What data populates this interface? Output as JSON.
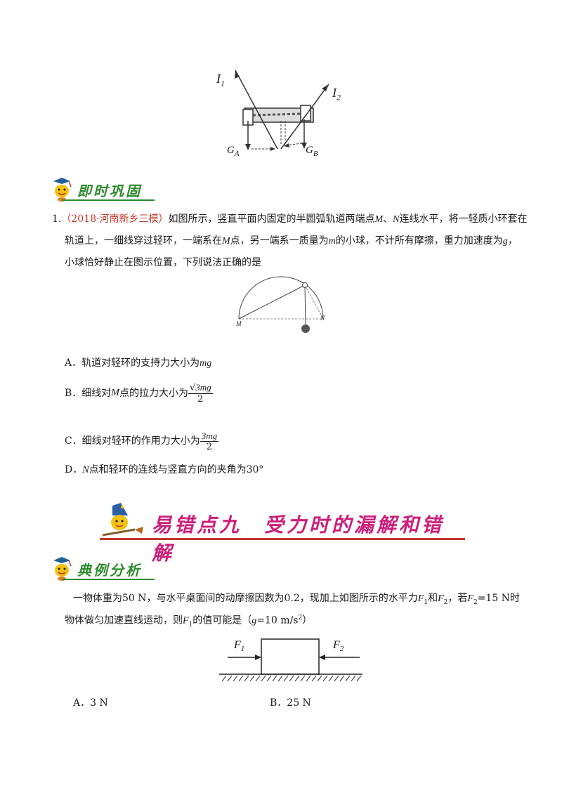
{
  "fig1": {
    "labels": {
      "i1": "I",
      "i1_sub": "1",
      "i2": "I",
      "i2_sub": "2",
      "ga": "G",
      "ga_sub": "A",
      "gb": "G",
      "gb_sub": "B"
    }
  },
  "section_practice": {
    "title": "即时巩固"
  },
  "question1": {
    "number": "1.",
    "source": "（2018·河南新乡三模）",
    "line1_a": "如图所示，竖直平面内固定的半圆弧轨道两端点",
    "line1_M": "M",
    "line1_sep": "、",
    "line1_N": "N",
    "line1_b": "连线水平，将一轻质小环套在",
    "line2_a": "轨道上，一细线穿过轻环，一端系在",
    "line2_M": "M",
    "line2_b": "点，另一端系一质量为",
    "line2_m": "m",
    "line2_c": "的小球，不计所有摩擦，重力加速度为",
    "line2_g": "g",
    "line2_d": "，",
    "line3": "小球恰好静止在图示位置，下列说法正确的是",
    "fig_labels": {
      "M": "M",
      "N": "N"
    },
    "options": {
      "a_label": "A．",
      "a_text": "轨道对轻环的支持力大小为",
      "a_val": "mg",
      "b_label": "B．",
      "b_text1": "细线对",
      "b_M": "M",
      "b_text2": "点的拉力大小为",
      "b_num_sqrt": "√",
      "b_num": "3mg",
      "b_den": "2",
      "c_label": "C．",
      "c_text": "细线对轻环的作用力大小为",
      "c_num": "3mg",
      "c_den": "2",
      "d_label": "D．",
      "d_N": "N",
      "d_text": "点和轻环的连线与竖直方向的夹角为",
      "d_val": "30°"
    }
  },
  "section_mistake": {
    "title": "易错点九　受力时的漏解和错解"
  },
  "section_example": {
    "title": "典例分析"
  },
  "example": {
    "line1_a": "一物体重为",
    "line1_w": "50 N",
    "line1_b": "，与水平桌面间的动摩擦因数为",
    "line1_mu": "0.2",
    "line1_c": "，现加上如图所示的水平力",
    "line1_F": "F",
    "line1_sub1": "1",
    "line1_and": "和",
    "line1_F2": "F",
    "line1_sub2": "2",
    "line1_d": "，若",
    "line1_F3": "F",
    "line1_sub3": "2",
    "line1_e": "=15 N时",
    "line2_a": "物体做匀加速直线运动，则",
    "line2_F": "F",
    "line2_sub": "1",
    "line2_b": "的值可能是（",
    "line2_g": "g",
    "line2_c": "=10 m/s",
    "line2_sup": "2",
    "line2_d": "）",
    "fig_labels": {
      "f1": "F",
      "f1_sub": "1",
      "f2": "F",
      "f2_sub": "2"
    },
    "options": {
      "a": "A．3 N",
      "b": "B．25 N"
    }
  },
  "colors": {
    "accent_red": "#c0392b",
    "title_magenta": "#cc1f7a",
    "title_green": "#2e9b2e",
    "badge_green": "#2b8a2b"
  },
  "icons": {
    "mascot": "mascot-icon",
    "wizard": "wizard-mascot-icon"
  }
}
